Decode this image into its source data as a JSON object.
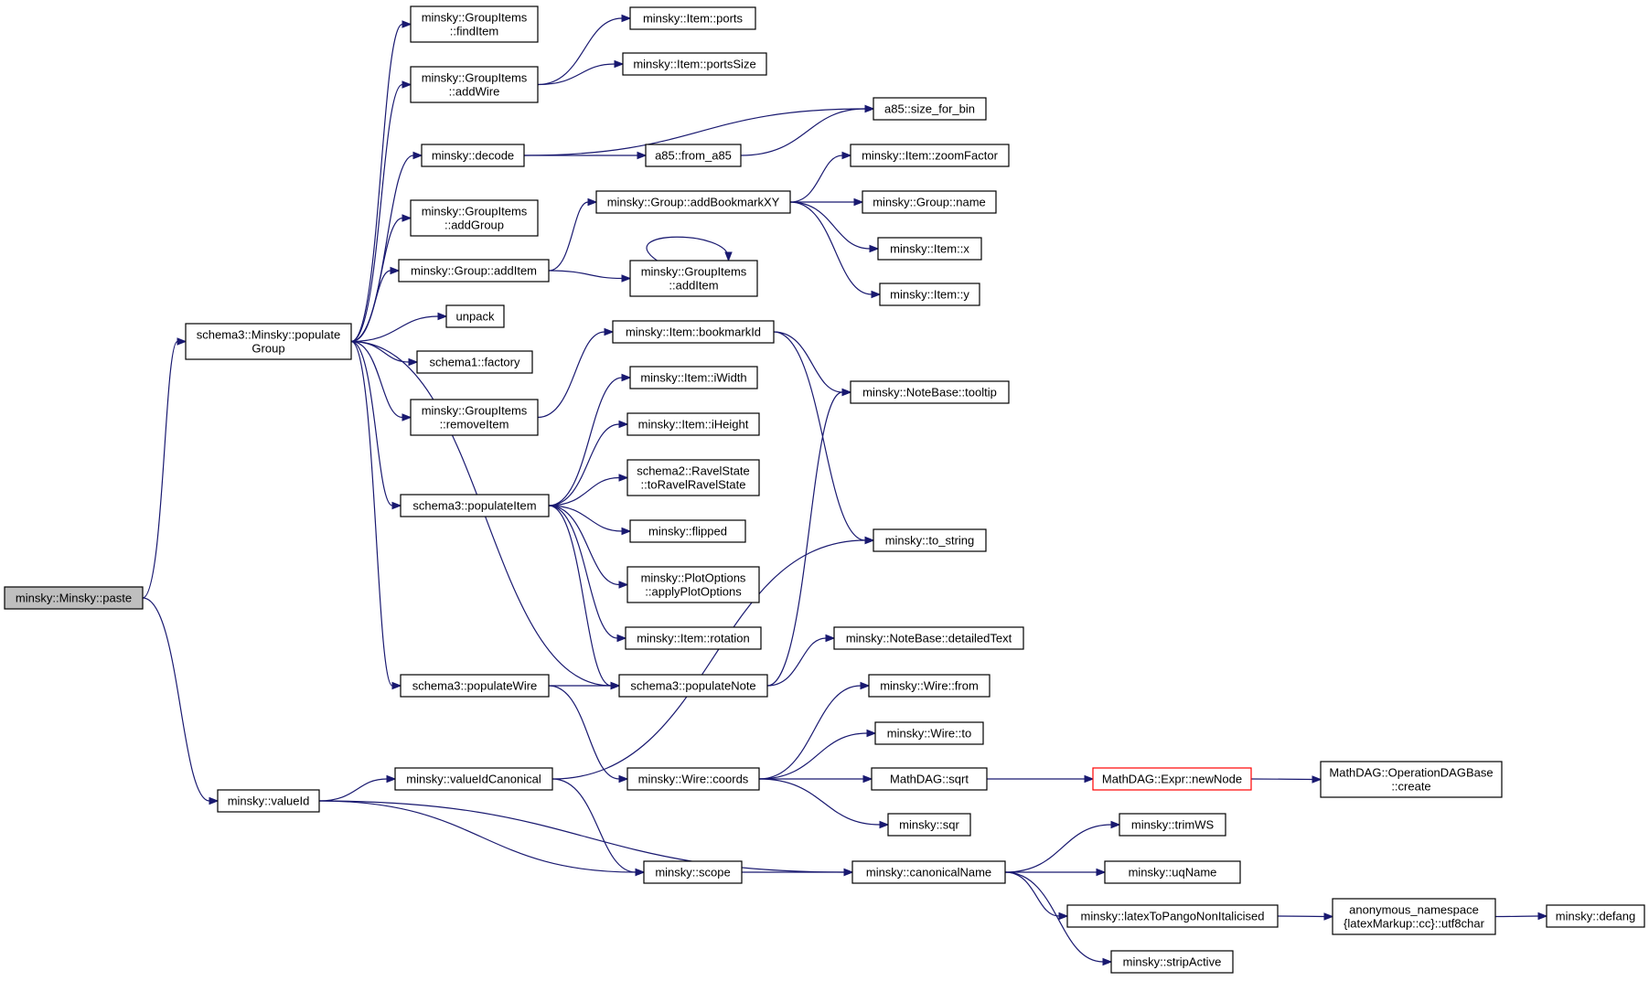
{
  "diagram": {
    "nodes": [
      {
        "id": "paste",
        "lines": [
          "minsky::Minsky::paste"
        ],
        "style": "root"
      },
      {
        "id": "populateGroup",
        "lines": [
          "schema3::Minsky::populate",
          "Group"
        ]
      },
      {
        "id": "valueId",
        "lines": [
          "minsky::valueId"
        ]
      },
      {
        "id": "findItem",
        "lines": [
          "minsky::GroupItems",
          "::findItem"
        ]
      },
      {
        "id": "addWire",
        "lines": [
          "minsky::GroupItems",
          "::addWire"
        ]
      },
      {
        "id": "decode",
        "lines": [
          "minsky::decode"
        ]
      },
      {
        "id": "addGroup",
        "lines": [
          "minsky::GroupItems",
          "::addGroup"
        ]
      },
      {
        "id": "groupAddItem",
        "lines": [
          "minsky::Group::addItem"
        ]
      },
      {
        "id": "unpack",
        "lines": [
          "unpack"
        ]
      },
      {
        "id": "factory",
        "lines": [
          "schema1::factory"
        ]
      },
      {
        "id": "removeItem",
        "lines": [
          "minsky::GroupItems",
          "::removeItem"
        ]
      },
      {
        "id": "populateItem",
        "lines": [
          "schema3::populateItem"
        ]
      },
      {
        "id": "populateWire",
        "lines": [
          "schema3::populateWire"
        ]
      },
      {
        "id": "valueIdCanonical",
        "lines": [
          "minsky::valueIdCanonical"
        ]
      },
      {
        "id": "ports",
        "lines": [
          "minsky::Item::ports"
        ]
      },
      {
        "id": "portsSize",
        "lines": [
          "minsky::Item::portsSize"
        ]
      },
      {
        "id": "fromA85",
        "lines": [
          "a85::from_a85"
        ]
      },
      {
        "id": "addBookmarkXY",
        "lines": [
          "minsky::Group::addBookmarkXY"
        ]
      },
      {
        "id": "giAddItem",
        "lines": [
          "minsky::GroupItems",
          "::addItem"
        ]
      },
      {
        "id": "bookmarkId",
        "lines": [
          "minsky::Item::bookmarkId"
        ]
      },
      {
        "id": "iWidth",
        "lines": [
          "minsky::Item::iWidth"
        ]
      },
      {
        "id": "iHeight",
        "lines": [
          "minsky::Item::iHeight"
        ]
      },
      {
        "id": "toRavel",
        "lines": [
          "schema2::RavelState",
          "::toRavelRavelState"
        ]
      },
      {
        "id": "flipped",
        "lines": [
          "minsky::flipped"
        ]
      },
      {
        "id": "applyPlot",
        "lines": [
          "minsky::PlotOptions",
          "::applyPlotOptions"
        ]
      },
      {
        "id": "rotation",
        "lines": [
          "minsky::Item::rotation"
        ]
      },
      {
        "id": "populateNote",
        "lines": [
          "schema3::populateNote"
        ]
      },
      {
        "id": "wireCoords",
        "lines": [
          "minsky::Wire::coords"
        ]
      },
      {
        "id": "scope",
        "lines": [
          "minsky::scope"
        ]
      },
      {
        "id": "sizeForBin",
        "lines": [
          "a85::size_for_bin"
        ]
      },
      {
        "id": "zoomFactor",
        "lines": [
          "minsky::Item::zoomFactor"
        ]
      },
      {
        "id": "groupName",
        "lines": [
          "minsky::Group::name"
        ]
      },
      {
        "id": "itemX",
        "lines": [
          "minsky::Item::x"
        ]
      },
      {
        "id": "itemY",
        "lines": [
          "minsky::Item::y"
        ]
      },
      {
        "id": "tooltip",
        "lines": [
          "minsky::NoteBase::tooltip"
        ]
      },
      {
        "id": "toString",
        "lines": [
          "minsky::to_string"
        ]
      },
      {
        "id": "detailedText",
        "lines": [
          "minsky::NoteBase::detailedText"
        ]
      },
      {
        "id": "wireFrom",
        "lines": [
          "minsky::Wire::from"
        ]
      },
      {
        "id": "wireTo",
        "lines": [
          "minsky::Wire::to"
        ]
      },
      {
        "id": "mathSqrt",
        "lines": [
          "MathDAG::sqrt"
        ]
      },
      {
        "id": "sqr",
        "lines": [
          "minsky::sqr"
        ]
      },
      {
        "id": "canonicalName",
        "lines": [
          "minsky::canonicalName"
        ]
      },
      {
        "id": "newNode",
        "lines": [
          "MathDAG::Expr::newNode"
        ],
        "style": "red"
      },
      {
        "id": "opCreate",
        "lines": [
          "MathDAG::OperationDAGBase",
          "::create"
        ]
      },
      {
        "id": "trimWS",
        "lines": [
          "minsky::trimWS"
        ]
      },
      {
        "id": "uqName",
        "lines": [
          "minsky::uqName"
        ]
      },
      {
        "id": "latexPango",
        "lines": [
          "minsky::latexToPangoNonItalicised"
        ]
      },
      {
        "id": "utf8char",
        "lines": [
          "anonymous_namespace",
          "{latexMarkup::cc}::utf8char"
        ]
      },
      {
        "id": "defang",
        "lines": [
          "minsky::defang"
        ]
      },
      {
        "id": "stripActive",
        "lines": [
          "minsky::stripActive"
        ]
      }
    ],
    "edges": [
      [
        "paste",
        "populateGroup"
      ],
      [
        "paste",
        "valueId"
      ],
      [
        "populateGroup",
        "findItem"
      ],
      [
        "populateGroup",
        "addWire"
      ],
      [
        "populateGroup",
        "decode"
      ],
      [
        "populateGroup",
        "addGroup"
      ],
      [
        "populateGroup",
        "groupAddItem"
      ],
      [
        "populateGroup",
        "unpack"
      ],
      [
        "populateGroup",
        "factory"
      ],
      [
        "populateGroup",
        "removeItem"
      ],
      [
        "populateGroup",
        "populateItem"
      ],
      [
        "populateGroup",
        "populateWire"
      ],
      [
        "populateGroup",
        "populateNote"
      ],
      [
        "addWire",
        "ports"
      ],
      [
        "addWire",
        "portsSize"
      ],
      [
        "decode",
        "fromA85"
      ],
      [
        "decode",
        "sizeForBin"
      ],
      [
        "fromA85",
        "sizeForBin"
      ],
      [
        "groupAddItem",
        "addBookmarkXY"
      ],
      [
        "groupAddItem",
        "giAddItem"
      ],
      [
        "giAddItem",
        "giAddItem"
      ],
      [
        "addBookmarkXY",
        "zoomFactor"
      ],
      [
        "addBookmarkXY",
        "groupName"
      ],
      [
        "addBookmarkXY",
        "itemX"
      ],
      [
        "addBookmarkXY",
        "itemY"
      ],
      [
        "removeItem",
        "bookmarkId"
      ],
      [
        "bookmarkId",
        "tooltip"
      ],
      [
        "bookmarkId",
        "toString"
      ],
      [
        "populateItem",
        "iWidth"
      ],
      [
        "populateItem",
        "iHeight"
      ],
      [
        "populateItem",
        "toRavel"
      ],
      [
        "populateItem",
        "flipped"
      ],
      [
        "populateItem",
        "applyPlot"
      ],
      [
        "populateItem",
        "rotation"
      ],
      [
        "populateItem",
        "populateNote"
      ],
      [
        "populateWire",
        "populateNote"
      ],
      [
        "populateWire",
        "wireCoords"
      ],
      [
        "populateNote",
        "tooltip"
      ],
      [
        "populateNote",
        "detailedText"
      ],
      [
        "wireCoords",
        "wireFrom"
      ],
      [
        "wireCoords",
        "wireTo"
      ],
      [
        "wireCoords",
        "mathSqrt"
      ],
      [
        "wireCoords",
        "sqr"
      ],
      [
        "mathSqrt",
        "newNode"
      ],
      [
        "newNode",
        "opCreate"
      ],
      [
        "valueId",
        "valueIdCanonical"
      ],
      [
        "valueId",
        "scope"
      ],
      [
        "valueId",
        "canonicalName"
      ],
      [
        "valueIdCanonical",
        "toString"
      ],
      [
        "valueIdCanonical",
        "scope"
      ],
      [
        "scope",
        "canonicalName"
      ],
      [
        "canonicalName",
        "trimWS"
      ],
      [
        "canonicalName",
        "uqName"
      ],
      [
        "canonicalName",
        "latexPango"
      ],
      [
        "canonicalName",
        "stripActive"
      ],
      [
        "latexPango",
        "utf8char"
      ],
      [
        "utf8char",
        "defang"
      ]
    ]
  }
}
